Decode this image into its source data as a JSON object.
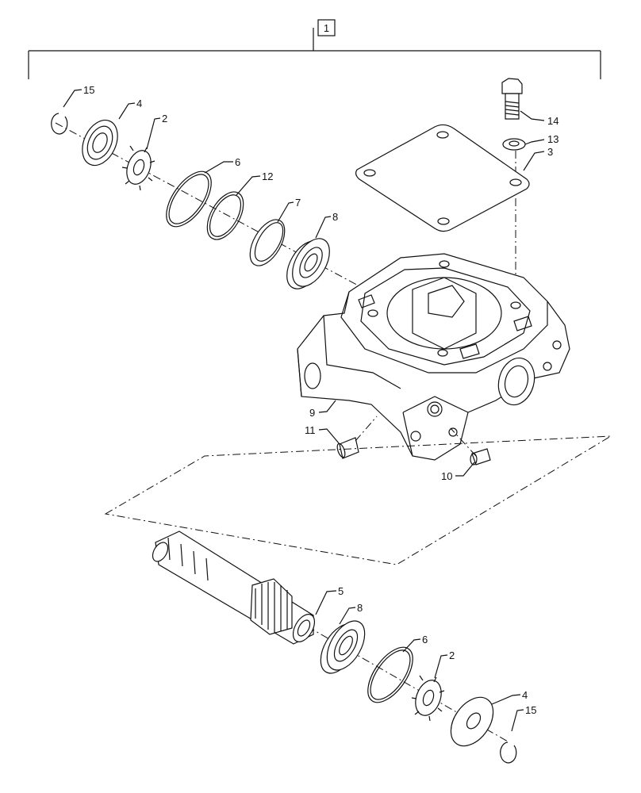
{
  "assembly_label": "1",
  "callouts": {
    "c15a": "15",
    "c4a": "4",
    "c2a": "2",
    "c6a": "6",
    "c12": "12",
    "c7": "7",
    "c8a": "8",
    "c14": "14",
    "c13": "13",
    "c3": "3",
    "c9": "9",
    "c11": "11",
    "c10": "10",
    "c5": "5",
    "c8b": "8",
    "c6b": "6",
    "c2b": "2",
    "c4b": "4",
    "c15b": "15"
  }
}
